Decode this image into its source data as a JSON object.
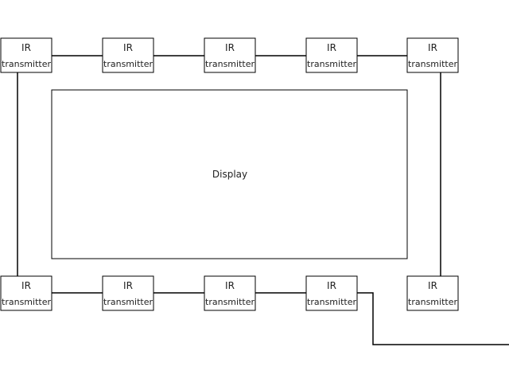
{
  "diagram": {
    "display": {
      "label": "Display"
    },
    "transmitter": {
      "line1": "IR",
      "line2": "transmitter"
    },
    "transmitter_count": 10,
    "colors": {
      "stroke": "#000000",
      "fill": "#ffffff",
      "text": "#222222"
    }
  }
}
